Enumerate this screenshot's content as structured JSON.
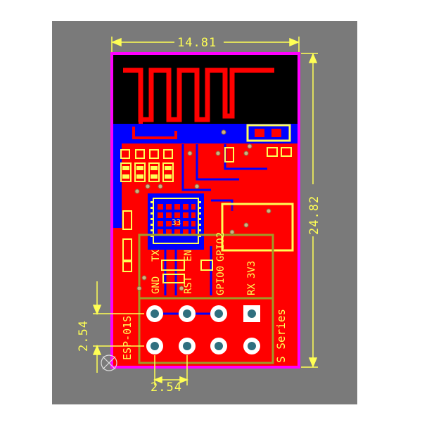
{
  "board": {
    "width_dimension": "14.81",
    "height_dimension": "24.82",
    "pin_pitch_vertical": "2.54",
    "pin_pitch_horizontal": "2.54",
    "model_label": "ESP-01S",
    "series_label": "S Series",
    "pin_labels": [
      "RX",
      "3V3",
      "GPIO0",
      "RST",
      "GND",
      "TX",
      "EN",
      "GPIO2"
    ],
    "chip_label": "33"
  },
  "colors": {
    "background": "#7a7a7a",
    "board_red": "#ff0000",
    "copper_blue": "#0000ff",
    "antenna_black": "#000000",
    "outline_magenta": "#ff00ff",
    "silkscreen_yellow": "#ffff55",
    "pad_white": "#ffffff",
    "pad_teal": "#2f6f7f",
    "via_tan": "#d0b080",
    "keepout_olive": "#a09a28"
  }
}
